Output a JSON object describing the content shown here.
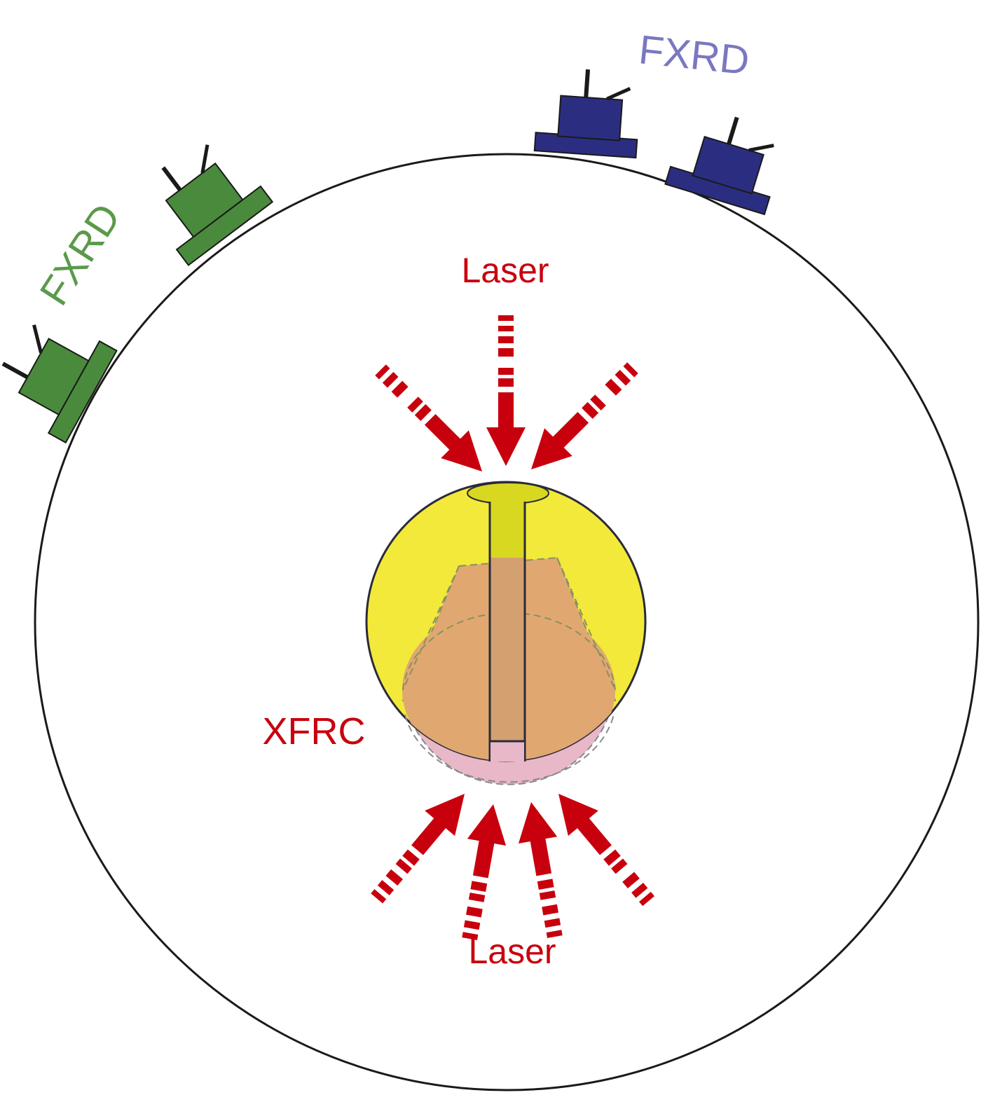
{
  "labels": {
    "fxrd_green": "FXRD",
    "fxrd_blue": "FXRD",
    "laser_top": "Laser",
    "laser_bottom": "Laser",
    "xfrc": "XFRC"
  },
  "colors": {
    "chamber_stroke": "#1a1a1a",
    "detector_green": "#4a8a3c",
    "detector_green_text": "#5a9a4a",
    "detector_blue": "#2b2e80",
    "detector_blue_text": "#7a78c0",
    "laser_red": "#c8000e",
    "capsule_yellow": "#f3e93a",
    "capsule_pink": "#e8b8c8",
    "capsule_orange": "#e0a870",
    "tube_olive": "#d8d820"
  }
}
